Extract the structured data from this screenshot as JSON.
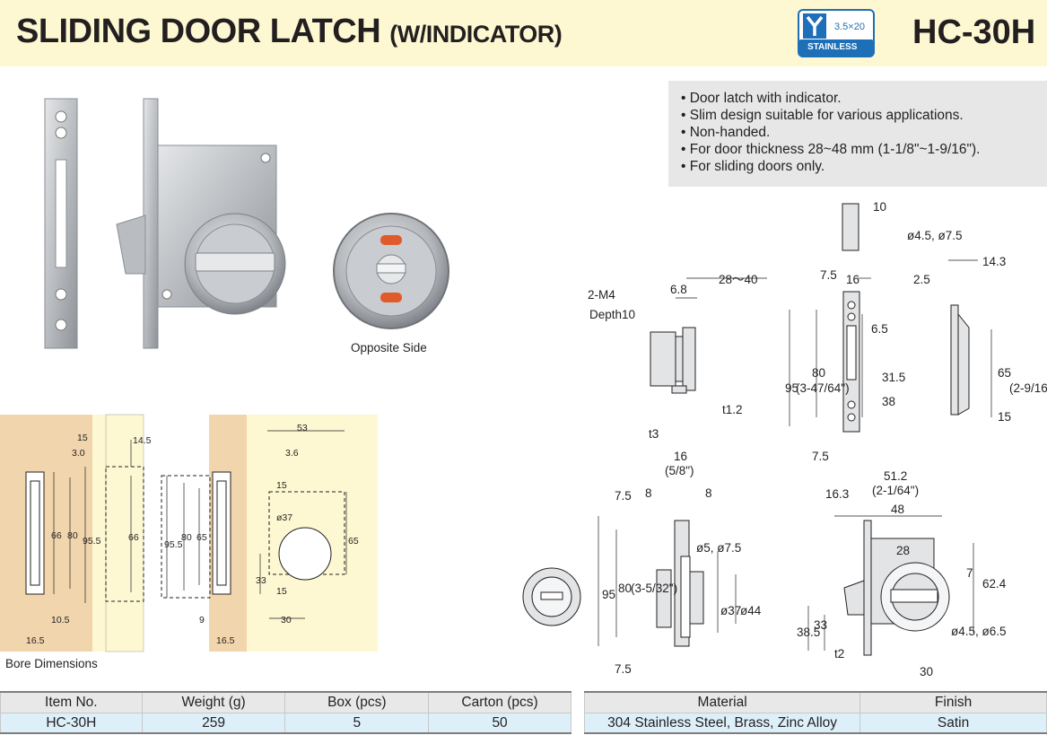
{
  "header": {
    "title": "SLIDING DOOR LATCH",
    "title_suffix": "(W/INDICATOR)",
    "model": "HC-30H",
    "logo_spec": "3.5×20",
    "logo_material": "STAINLESS"
  },
  "features": [
    "Door latch with indicator.",
    "Slim design suitable for various applications.",
    "Non-handed.",
    "For door thickness 28~48 mm (1-1/8\"~1-9/16\").",
    "For sliding doors only."
  ],
  "captions": {
    "opposite_side": "Opposite Side",
    "bore_dimensions": "Bore Dimensions"
  },
  "bore_labels": {
    "d15": "15",
    "d3": "3.0",
    "d14_5": "14.5",
    "d66": "66",
    "d80": "80",
    "d95_5": "95.5",
    "d10_5": "10.5",
    "d16_5": "16.5",
    "d66b": "66",
    "d95_5b": "95.5",
    "d80b": "80",
    "d65": "65",
    "d9": "9",
    "d16_5b": "16.5",
    "d53": "53",
    "d3_6": "3.6",
    "d15b": "15",
    "dia37": "ø37",
    "d65b": "65",
    "d33": "33",
    "d15c": "15",
    "d30": "30"
  },
  "drawing_labels": {
    "m4": "2-M4",
    "depth": "Depth10",
    "d6_8": "6.8",
    "d28_40": "28～40",
    "t1_2": "t1.2",
    "t3": "t3",
    "d10": "10",
    "dia45_75": "ø4.5, ø7.5",
    "d7_5a": "7.5",
    "d16": "16",
    "d6_5": "6.5",
    "d95": "95",
    "d95_in": "(3-47/64\")",
    "d80": "80",
    "d31_5": "31.5",
    "d38": "38",
    "d7_5b": "7.5",
    "d14_3": "14.3",
    "d2_5": "2.5",
    "d65": "65",
    "d65_in": "(2-9/16\")",
    "d15": "15",
    "s16": "16",
    "s16_in": "(5/8\")",
    "s8a": "8",
    "s8b": "8",
    "s7_5a": "7.5",
    "s95": "95",
    "s80": "80",
    "s80_in": "(3-5/32\")",
    "s7_5b": "7.5",
    "sdia5": "ø5, ø7.5",
    "sdia37": "ø37",
    "sdia44": "ø44",
    "r51_2": "51.2",
    "r51_2_in": "(2-1/64\")",
    "r16_3": "16.3",
    "r48": "48",
    "r28": "28",
    "r7": "7",
    "r62_4": "62.4",
    "r38_5": "38.5",
    "r33": "33",
    "rt2": "t2",
    "rdia": "ø4.5, ø6.5",
    "r30": "30"
  },
  "spec_table": {
    "headers": [
      "Item No.",
      "Weight (g)",
      "Box (pcs)",
      "Carton (pcs)"
    ],
    "row": [
      "HC-30H",
      "259",
      "5",
      "50"
    ]
  },
  "material_table": {
    "headers": [
      "Material",
      "Finish"
    ],
    "row": [
      "304 Stainless Steel, Brass, Zinc Alloy",
      "Satin"
    ]
  },
  "colors": {
    "header_bg": "#fdf8d2",
    "logo_blue": "#1d6fb8",
    "indicator_red": "#e05a2b",
    "bore_wood": "#f1d6ad",
    "bore_cream": "#fdf8d2",
    "table_head": "#e8e8e8",
    "table_cell": "#ddf0fa"
  }
}
